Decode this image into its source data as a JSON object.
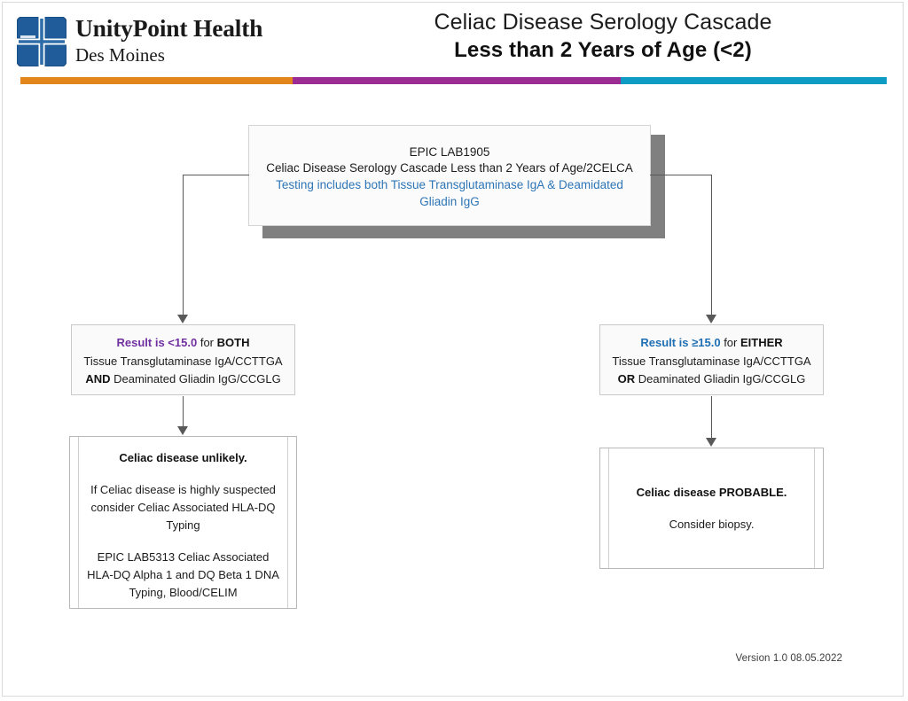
{
  "header": {
    "brand_line1": "UnityPoint Health",
    "brand_line2": "Des Moines",
    "logo_icon": "unitypoint-cross-logo",
    "title_line1": "Celiac Disease Serology Cascade",
    "title_line2": "Less than 2 Years of Age (<2)"
  },
  "rule": {
    "orange": "#E2861B",
    "purple": "#9B2C93",
    "teal": "#0E9BC4"
  },
  "colors": {
    "purple_accent": "#7030A0",
    "blue_accent": "#1F6FB4",
    "link_blue": "#2E75B6",
    "connector": "#595959",
    "shadow": "#808080"
  },
  "order_box": {
    "line1": "EPIC LAB1905",
    "line2": "Celiac Disease Serology Cascade Less than 2 Years of Age/2CELCA",
    "line3": "Testing includes both Tissue Transglutaminase IgA & Deamidated",
    "line4": "Gliadin IgG"
  },
  "decision_left": {
    "result_phrase": "Result is <15.0",
    "connector_word": " for ",
    "qualifier": "BOTH",
    "line2": "Tissue Transglutaminase IgA/CCTTGA",
    "line3_bold": "AND",
    "line3_rest": " Deaminated Gliadin IgG/CCGLG"
  },
  "decision_right": {
    "result_phrase": "Result is ≥15.0",
    "connector_word": " for ",
    "qualifier": "EITHER",
    "line2": "Tissue Transglutaminase IgA/CCTTGA",
    "line3_bold": "OR",
    "line3_rest": " Deaminated Gliadin IgG/CCGLG"
  },
  "result_left": {
    "heading": "Celiac disease unlikely.",
    "para1_line1": "If Celiac disease is highly suspected",
    "para1_line2": "consider Celiac Associated HLA-DQ",
    "para1_line3": "Typing",
    "para2_line1": "EPIC LAB5313 Celiac Associated",
    "para2_line2": "HLA-DQ Alpha 1 and DQ Beta 1 DNA",
    "para2_line3": "Typing, Blood/CELIM"
  },
  "result_right": {
    "heading": "Celiac disease PROBABLE.",
    "body": "Consider biopsy."
  },
  "footer": {
    "version": "Version 1.0 08.05.2022"
  }
}
